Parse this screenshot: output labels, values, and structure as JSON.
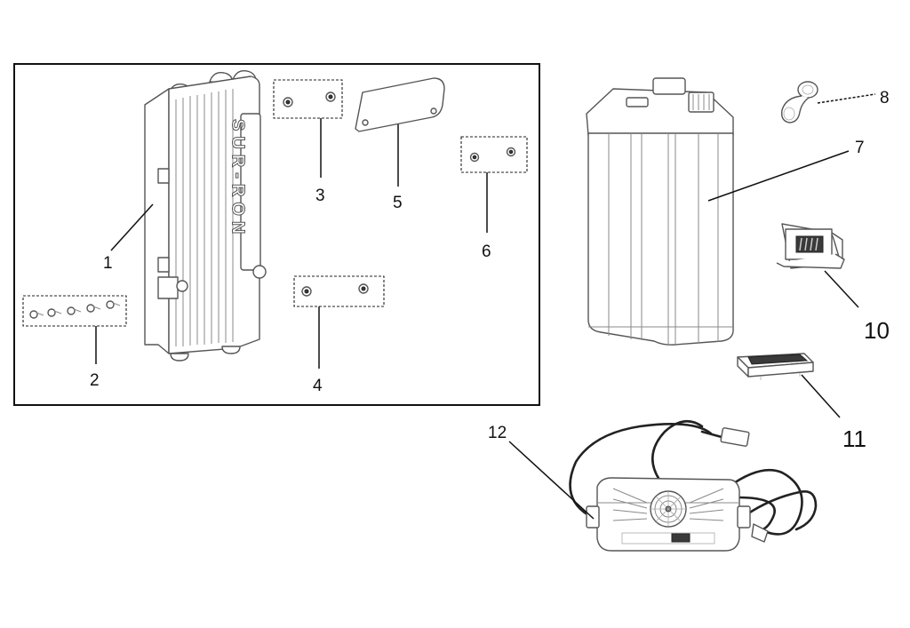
{
  "brand_text": "SUR-RON",
  "callouts": [
    {
      "id": "1",
      "label": "1"
    },
    {
      "id": "2",
      "label": "2"
    },
    {
      "id": "3",
      "label": "3"
    },
    {
      "id": "4",
      "label": "4"
    },
    {
      "id": "5",
      "label": "5"
    },
    {
      "id": "6",
      "label": "6"
    },
    {
      "id": "7",
      "label": "7"
    },
    {
      "id": "8",
      "label": "8"
    },
    {
      "id": "10",
      "label": "10"
    },
    {
      "id": "11",
      "label": "11"
    },
    {
      "id": "12",
      "label": "12"
    }
  ]
}
